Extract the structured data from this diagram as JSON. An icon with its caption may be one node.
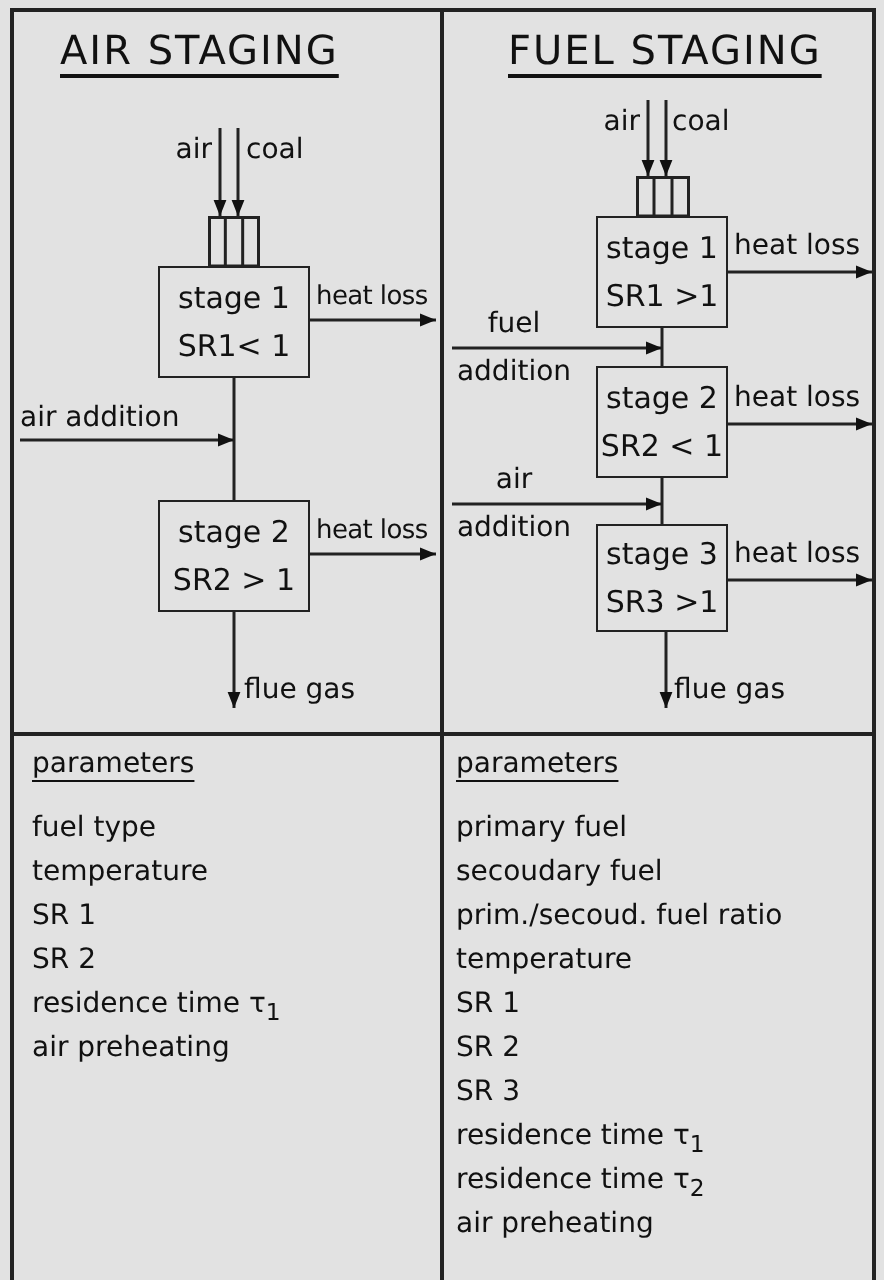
{
  "diagram": {
    "nodes": [
      {
        "text": [
          "air"
        ]
      },
      {
        "text": [
          "coal"
        ]
      },
      {
        "text": [],
        "shape": "box"
      },
      {
        "text": [
          "stage 1",
          "SR1< 1"
        ]
      },
      {
        "text": [
          "heat loss"
        ]
      },
      {
        "text": [
          "air addition"
        ]
      },
      {
        "text": [
          "stage 2",
          "SR2 > 1"
        ]
      },
      {
        "text": [
          "heat loss"
        ]
      },
      {
        "text": [
          "flue gas"
        ]
      },
      {
        "text": [
          "air"
        ]
      },
      {
        "text": [
          "coal"
        ]
      },
      {
        "text": [],
        "shape": "box"
      },
      {
        "text": [
          "stage 1",
          "SR1 >1"
        ]
      },
      {
        "text": [
          "heat loss"
        ]
      },
      {
        "text": [
          "fuel addition"
        ]
      },
      {
        "text": [
          "stage 2",
          "SR2 < 1"
        ]
      },
      {
        "text": [
          "heat loss"
        ]
      },
      {
        "text": [
          "air addition"
        ]
      },
      {
        "text": [
          "stage 3",
          "SR3 >1"
        ]
      },
      {
        "text": [
          "heat loss"
        ]
      },
      {
        "text": [
          "flue gas"
        ]
      }
    ],
    "edges": [
      {
        "from": 0,
        "to": 2,
        "arrow": "to"
      },
      {
        "from": 1,
        "to": 2,
        "arrow": "to"
      },
      {
        "from": 3,
        "to": 4,
        "arrow": "to"
      },
      {
        "from": 3,
        "to": 6,
        "arrow": "none"
      },
      {
        "from": 5,
        "to": null,
        "arrow": "to"
      },
      {
        "from": 6,
        "to": 7,
        "arrow": "to"
      },
      {
        "from": 6,
        "to": 8,
        "arrow": "to"
      },
      {
        "from": 9,
        "to": 11,
        "arrow": "to"
      },
      {
        "from": 10,
        "to": 11,
        "arrow": "to"
      },
      {
        "from": 12,
        "to": 13,
        "arrow": "to"
      },
      {
        "from": 12,
        "to": 15,
        "arrow": "none"
      },
      {
        "from": 14,
        "to": 15,
        "arrow": "to"
      },
      {
        "from": 15,
        "to": 16,
        "arrow": "to"
      },
      {
        "from": 15,
        "to": 18,
        "arrow": "none"
      },
      {
        "from": 17,
        "to": 18,
        "arrow": "to"
      },
      {
        "from": 18,
        "to": 19,
        "arrow": "to"
      },
      {
        "from": 18,
        "to": 20,
        "arrow": "to"
      }
    ],
    "labels": [
      "AIR STAGING",
      "FUEL STAGING",
      "parameters",
      "fuel type",
      "temperature",
      "SR 1",
      "SR 2",
      "residence time τ$_{1}$",
      "air preheating",
      "parameters",
      "primary fuel",
      "secoudary fuel",
      "prim./secoud. fuel ratio",
      "temperature",
      "SR 1",
      "SR 2",
      "SR 3",
      "residence time τ$_{1}$",
      "residence time τ$_{2}$",
      "air preheating"
    ]
  }
}
